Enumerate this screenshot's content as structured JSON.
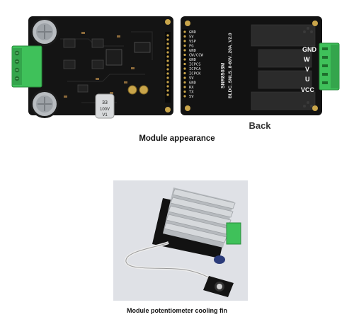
{
  "captions": {
    "appearance": "Module appearance",
    "back": "Back",
    "cooling_fin": "Module potentiometer cooling fin"
  },
  "front_board": {
    "capacitor_label_1": "33",
    "capacitor_label_2": "100V",
    "capacitor_label_3": "V1",
    "pins": [
      "GND",
      "5V",
      "VSP",
      "FG",
      "GND",
      "CW/CCW",
      "GND",
      "ICPCS",
      "ICPCA",
      "ICPCK",
      "5V",
      "GND",
      "RX",
      "TX",
      "5V"
    ]
  },
  "back_board": {
    "model": "SNR8503M",
    "version": "BLDC_SNLS_8-60V_20A_V2.0",
    "terminals": [
      "GND",
      "W",
      "V",
      "U",
      "VCC"
    ]
  },
  "colors": {
    "pcb": "#131313",
    "terminal": "#3fc15a",
    "heatsink": "#c9ccd0",
    "photo_bg": "#dfe1e6"
  }
}
